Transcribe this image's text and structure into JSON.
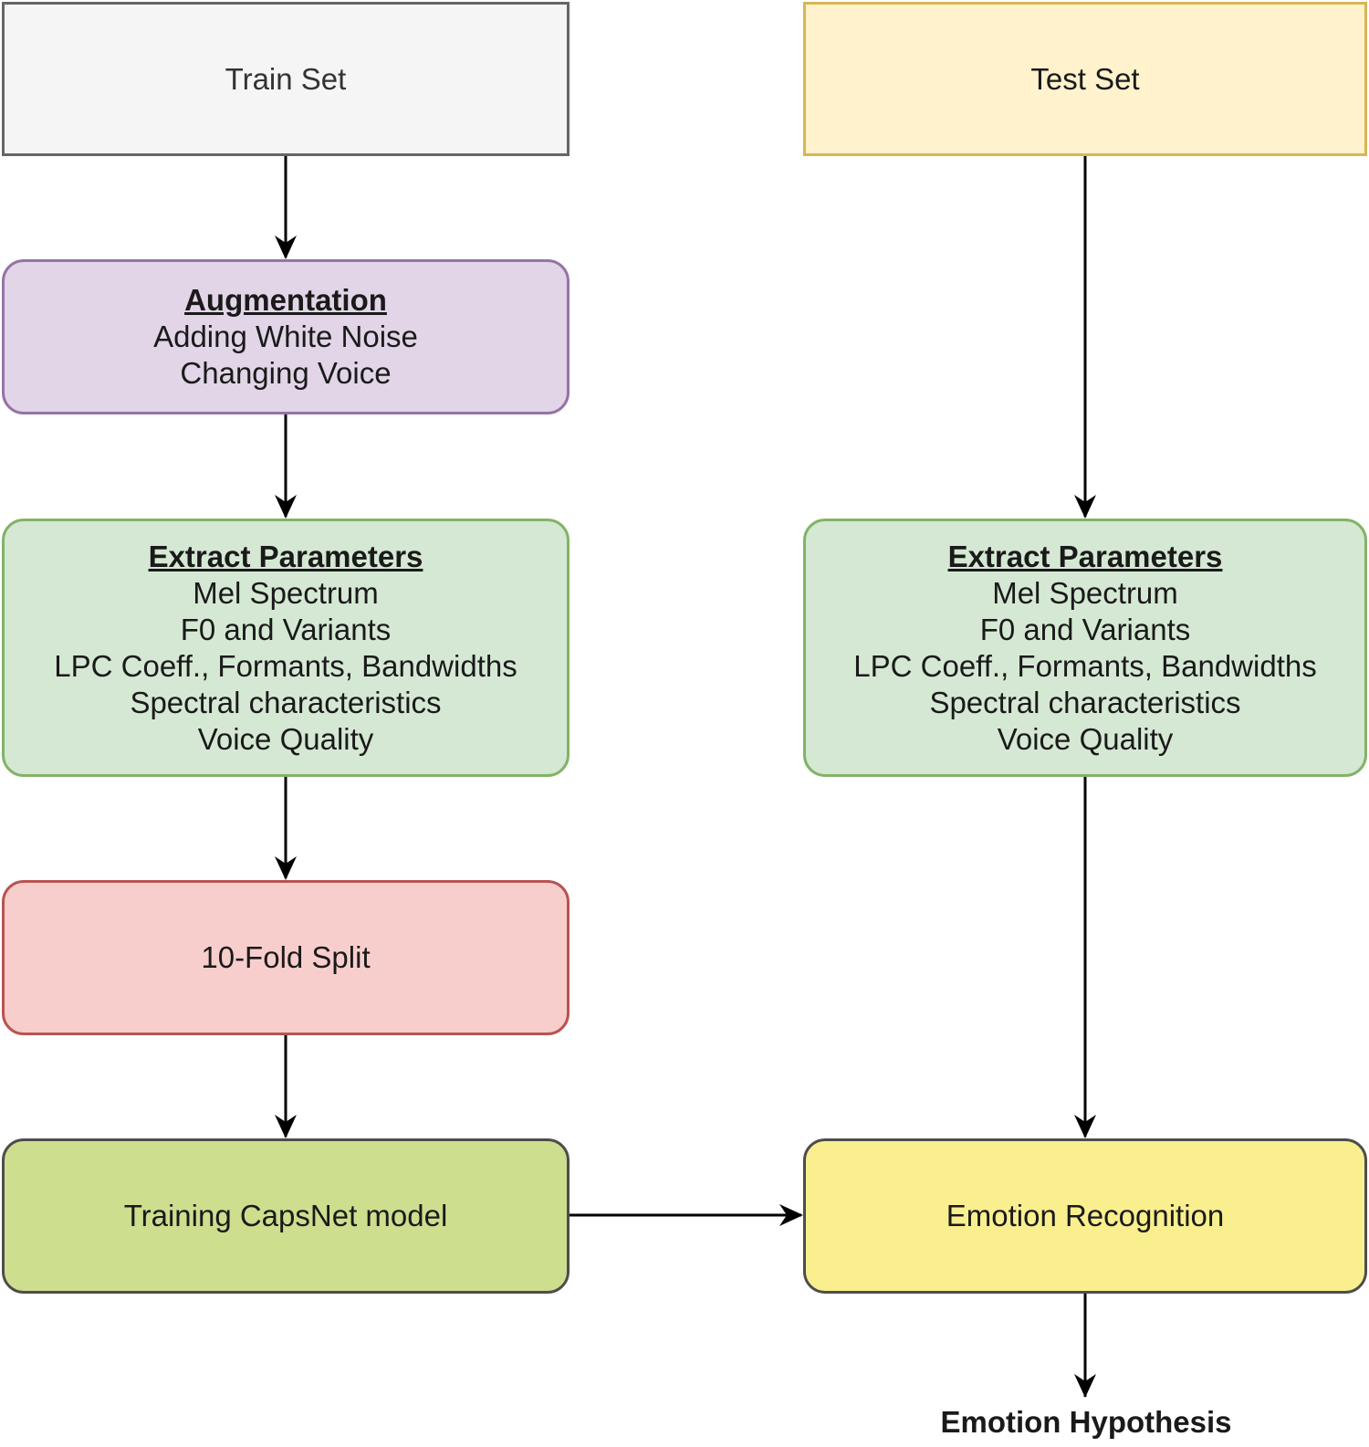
{
  "nodes": {
    "train_set": {
      "label": "Train Set"
    },
    "test_set": {
      "label": "Test Set"
    },
    "augmentation": {
      "title": "Augmentation",
      "lines": [
        "Adding White Noise",
        "Changing Voice"
      ]
    },
    "extract_left": {
      "title": "Extract Parameters",
      "lines": [
        "Mel Spectrum",
        "F0 and Variants",
        "LPC Coeff., Formants, Bandwidths",
        "Spectral characteristics",
        "Voice Quality"
      ]
    },
    "extract_right": {
      "title": "Extract Parameters",
      "lines": [
        "Mel Spectrum",
        "F0 and Variants",
        "LPC Coeff., Formants, Bandwidths",
        "Spectral characteristics",
        "Voice Quality"
      ]
    },
    "split": {
      "label": "10-Fold Split"
    },
    "training_model": {
      "label": "Training CapsNet model"
    },
    "emotion_recognition": {
      "label": "Emotion Recognition"
    },
    "emotion_hypothesis": {
      "label": "Emotion Hypothesis"
    }
  },
  "edges": [
    {
      "from": "train_set",
      "to": "augmentation"
    },
    {
      "from": "augmentation",
      "to": "extract_left"
    },
    {
      "from": "extract_left",
      "to": "split"
    },
    {
      "from": "split",
      "to": "training_model"
    },
    {
      "from": "training_model",
      "to": "emotion_recognition"
    },
    {
      "from": "test_set",
      "to": "extract_right"
    },
    {
      "from": "extract_right",
      "to": "emotion_recognition"
    },
    {
      "from": "emotion_recognition",
      "to": "emotion_hypothesis"
    }
  ]
}
